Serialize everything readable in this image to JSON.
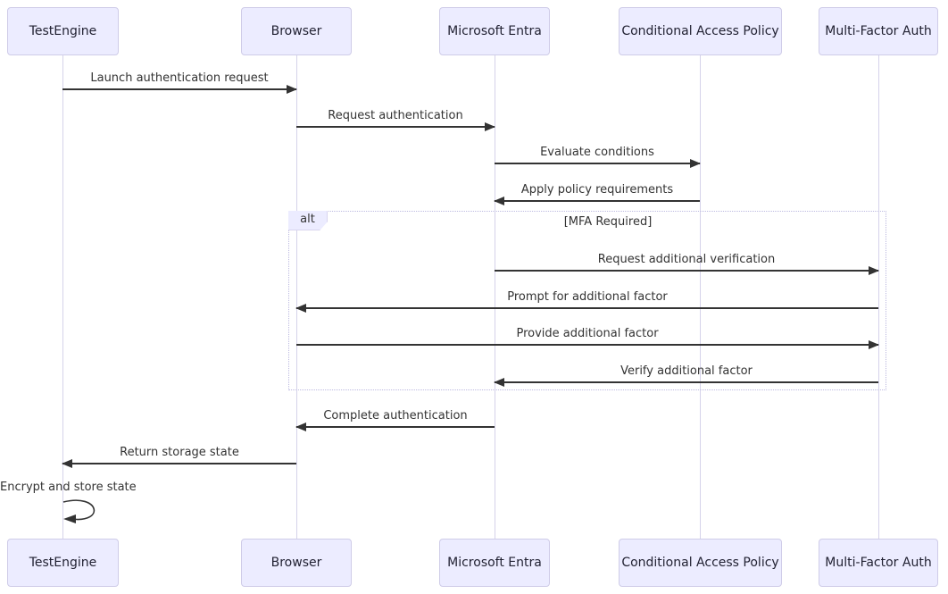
{
  "diagram": {
    "kind": "sequence-diagram",
    "participants": [
      {
        "name": "TestEngine"
      },
      {
        "name": "Browser"
      },
      {
        "name": "Microsoft Entra"
      },
      {
        "name": "Conditional Access Policy"
      },
      {
        "name": "Multi-Factor Auth"
      }
    ],
    "messages": [
      {
        "text": "Launch authentication request",
        "from": "TestEngine",
        "to": "Browser",
        "direction": "right",
        "line": "solid"
      },
      {
        "text": "Request authentication",
        "from": "Browser",
        "to": "Microsoft Entra",
        "direction": "right",
        "line": "solid"
      },
      {
        "text": "Evaluate conditions",
        "from": "Microsoft Entra",
        "to": "Conditional Access Policy",
        "direction": "right",
        "line": "solid"
      },
      {
        "text": "Apply policy requirements",
        "from": "Conditional Access Policy",
        "to": "Microsoft Entra",
        "direction": "left",
        "line": "solid"
      },
      {
        "text": "Request additional verification",
        "from": "Microsoft Entra",
        "to": "Multi-Factor Auth",
        "direction": "right",
        "line": "solid"
      },
      {
        "text": "Prompt for additional factor",
        "from": "Multi-Factor Auth",
        "to": "Browser",
        "direction": "left",
        "line": "solid"
      },
      {
        "text": "Provide additional factor",
        "from": "Browser",
        "to": "Multi-Factor Auth",
        "direction": "right",
        "line": "solid"
      },
      {
        "text": "Verify additional factor",
        "from": "Multi-Factor Auth",
        "to": "Microsoft Entra",
        "direction": "left",
        "line": "solid"
      },
      {
        "text": "Complete authentication",
        "from": "Microsoft Entra",
        "to": "Browser",
        "direction": "left",
        "line": "solid"
      },
      {
        "text": "Return storage state",
        "from": "Browser",
        "to": "TestEngine",
        "direction": "left",
        "line": "solid"
      }
    ],
    "alt_block": {
      "label": "alt",
      "condition": "[MFA Required]"
    },
    "self_message": {
      "actor": "TestEngine",
      "text": "Encrypt and store state"
    },
    "colors": {
      "actor_fill": "#ececff",
      "actor_border": "#cfcce8",
      "lifeline": "#d5d2ea",
      "arrow": "#333333",
      "alt_border": "#bcb9e0",
      "text": "#333333"
    }
  }
}
